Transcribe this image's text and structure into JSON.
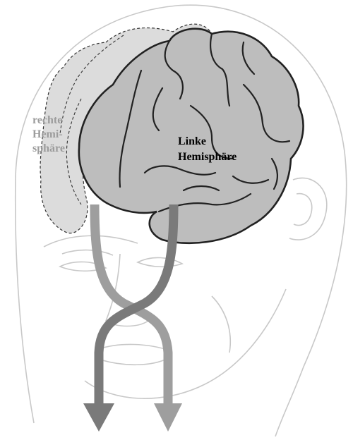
{
  "labels": {
    "right_hemisphere": [
      "rechte",
      "Hemi-",
      "sphäre"
    ],
    "left_hemisphere": [
      "Linke",
      "Hemisphäre"
    ]
  },
  "colors": {
    "head_outline": "#c8c8c8",
    "right_hemisphere_fill": "#dcdcdc",
    "right_hemisphere_stroke": "#333333",
    "left_hemisphere_fill": "#bdbdbd",
    "left_hemisphere_stroke": "#222222",
    "pathway_from_left": "#9e9e9e",
    "pathway_from_right": "#7a7a7a",
    "right_label_text": "#9c9c9c",
    "left_label_text": "#000000"
  }
}
